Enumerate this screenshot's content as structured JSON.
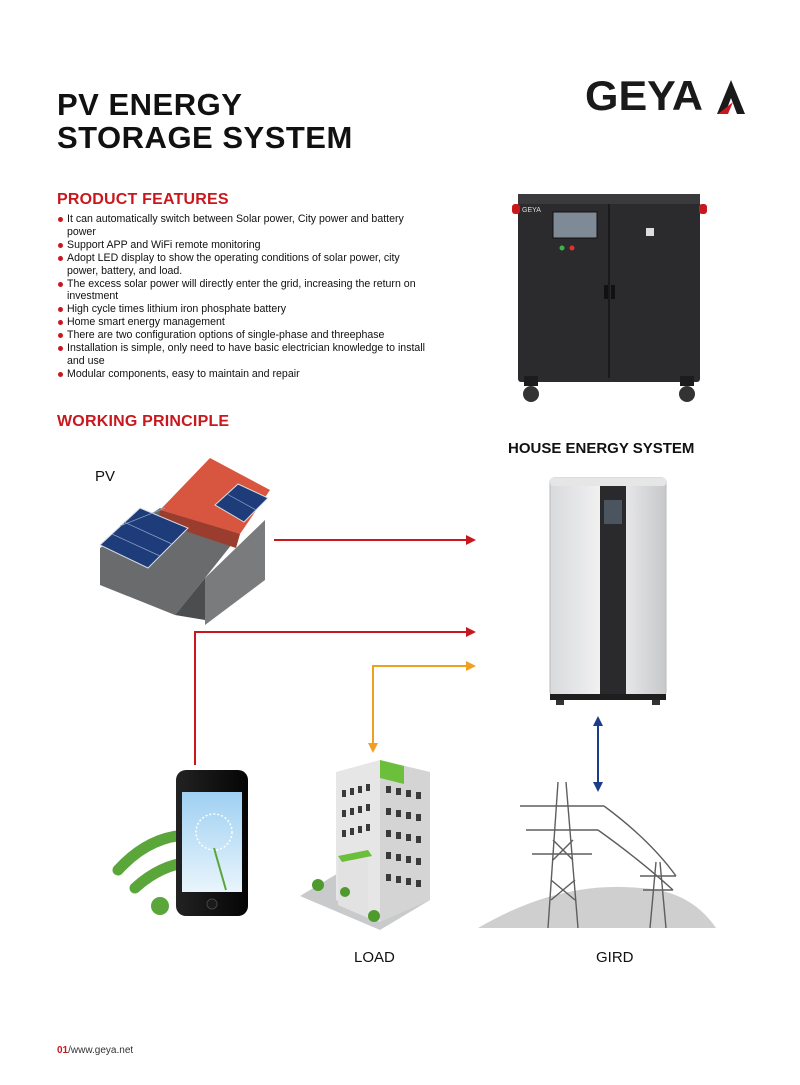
{
  "header": {
    "title_line1": "PV ENERGY",
    "title_line2": "STORAGE SYSTEM",
    "logo_text": "GEYA"
  },
  "features": {
    "heading": "PRODUCT FEATURES",
    "items": [
      "It can automatically switch between Solar power, City power and battery power",
      "Support APP and WiFi remote monitoring",
      "Adopt LED display to show the operating conditions of solar power, city power, battery, and load.",
      "The excess solar power will directly enter the grid, increasing the return on investment",
      "High cycle times lithium iron phosphate battery",
      "Home smart energy management",
      "There are two configuration options of single-phase and threephase",
      "Installation is simple, only need to have basic electrician knowledge to install and use",
      "Modular components, easy to maintain and repair"
    ]
  },
  "principle": {
    "heading": "WORKING PRINCIPLE",
    "house_title": "HOUSE ENERGY SYSTEM",
    "pv_label": "PV",
    "load_label": "LOAD",
    "grid_label": "GIRD"
  },
  "colors": {
    "accent_red": "#c8181e",
    "arrow_orange": "#f0a020",
    "arrow_blue": "#1c3d8c"
  },
  "footer": {
    "page_number": "01",
    "url": "/www.geya.net"
  }
}
